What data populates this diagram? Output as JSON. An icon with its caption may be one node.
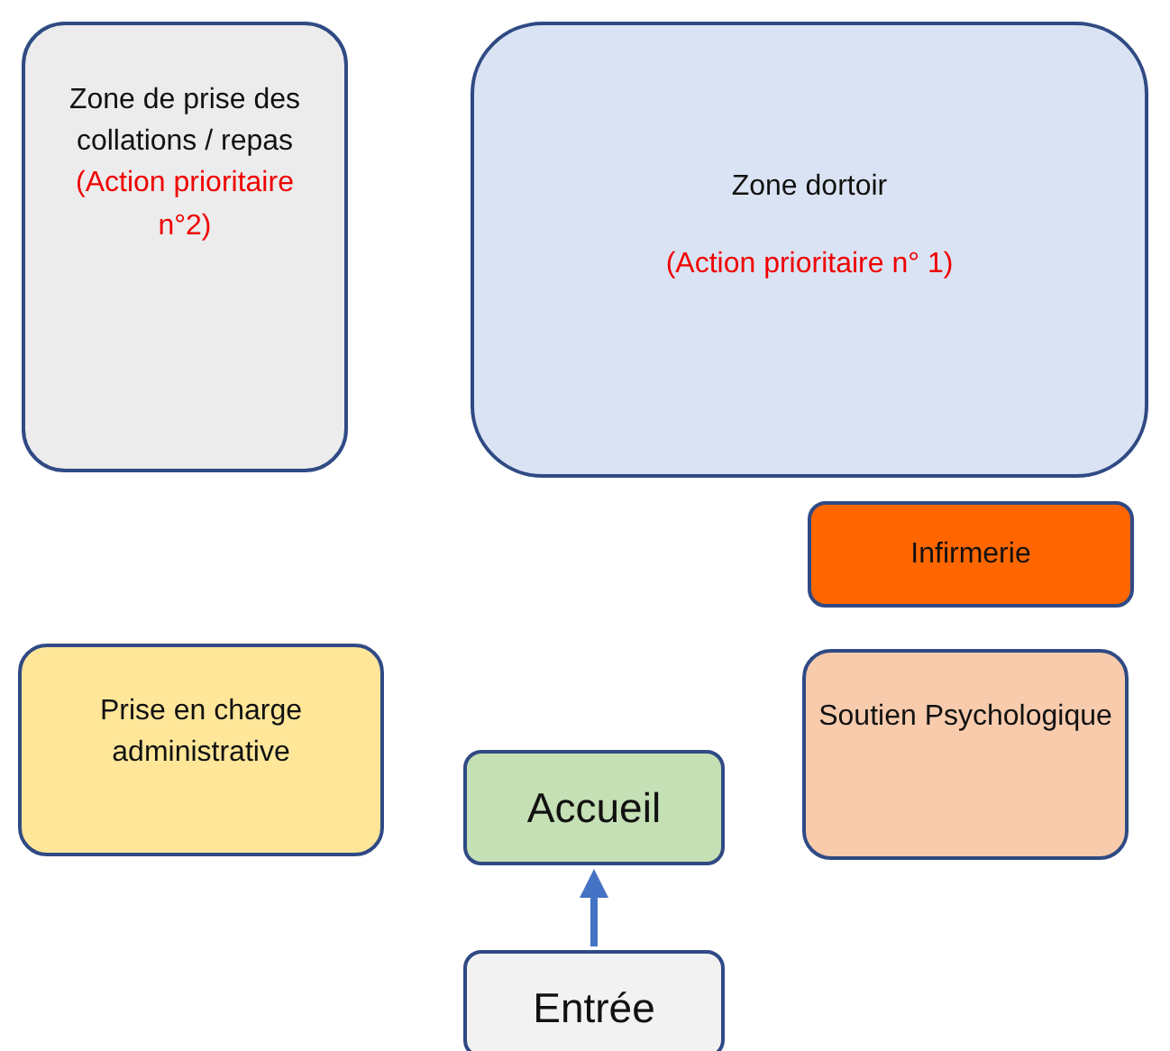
{
  "diagram": {
    "nodes": [
      {
        "text": [
          "Zone de prise des collations / repas",
          "(Action prioritaire n°2)"
        ]
      },
      {
        "text": [
          "Zone dortoir",
          "(Action prioritaire n° 1)"
        ]
      },
      {
        "text": [
          "Infirmerie"
        ]
      },
      {
        "text": [
          "Prise en charge administrative"
        ]
      },
      {
        "text": [
          "Soutien Psychologique"
        ]
      },
      {
        "text": [
          "Accueil"
        ]
      },
      {
        "text": [
          "Entrée"
        ]
      }
    ],
    "edges": [
      {
        "from": 6,
        "to": 5,
        "arrow": "to"
      }
    ]
  }
}
